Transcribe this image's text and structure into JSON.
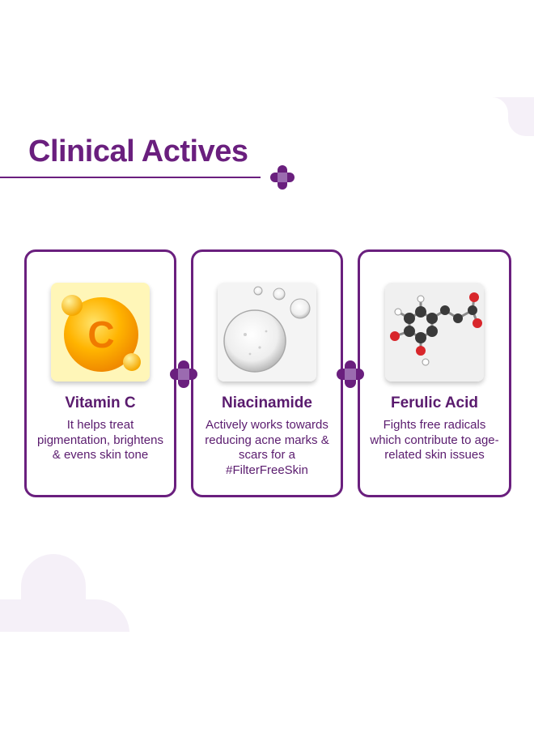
{
  "colors": {
    "brand_purple": "#6a1f7e",
    "text_purple": "#5a1b6e",
    "plus_light": "#9b6bb0",
    "deco_lilac": "#f5f0f8"
  },
  "header": {
    "title": "Clinical Actives"
  },
  "cards": [
    {
      "name": "Vitamin C",
      "description": "It helps treat pigmentation, brightens & evens skin tone",
      "icon": "vitamin-c-icon"
    },
    {
      "name": "Niacinamide",
      "description": "Actively works towards reducing acne marks & scars for a #FilterFreeSkin",
      "icon": "serum-drop-icon"
    },
    {
      "name": "Ferulic Acid",
      "description": "Fights free radicals which contribute to age-related skin issues",
      "icon": "molecule-icon"
    }
  ]
}
